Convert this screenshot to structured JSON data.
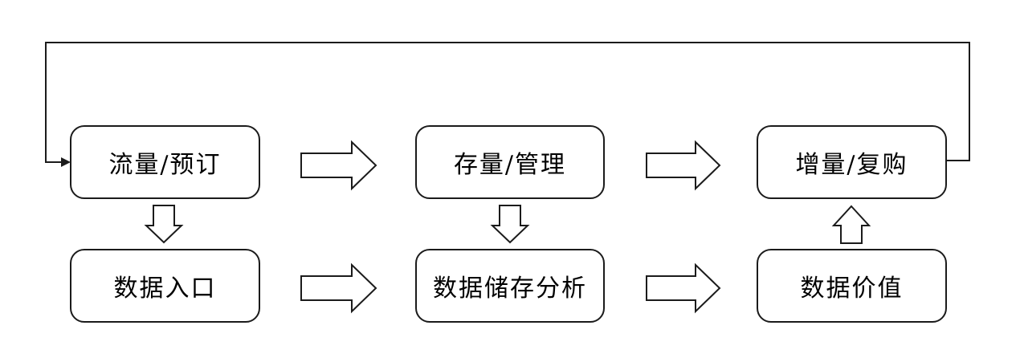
{
  "diagram": {
    "background_color": "#ffffff",
    "line_color": "#1b1b1b",
    "node_fill_color": "#ffffff",
    "nodes": [
      {
        "label": "流量/预订"
      },
      {
        "label": "存量/管理"
      },
      {
        "label": "增量/复购"
      },
      {
        "label": "数据入口"
      },
      {
        "label": "数据储存分析"
      },
      {
        "label": "数据价值"
      }
    ],
    "edges": [
      {
        "from": "流量/预订",
        "to": "存量/管理",
        "style": "hollow-block-arrow-right"
      },
      {
        "from": "存量/管理",
        "to": "增量/复购",
        "style": "hollow-block-arrow-right"
      },
      {
        "from": "流量/预订",
        "to": "数据入口",
        "style": "hollow-block-arrow-down"
      },
      {
        "from": "存量/管理",
        "to": "数据储存分析",
        "style": "hollow-block-arrow-down"
      },
      {
        "from": "数据入口",
        "to": "数据储存分析",
        "style": "hollow-block-arrow-right"
      },
      {
        "from": "数据储存分析",
        "to": "数据价值",
        "style": "hollow-block-arrow-right"
      },
      {
        "from": "数据价值",
        "to": "增量/复购",
        "style": "hollow-block-arrow-up"
      },
      {
        "from": "增量/复购",
        "to": "流量/预订",
        "style": "thin-feedback-loop-line"
      }
    ]
  }
}
